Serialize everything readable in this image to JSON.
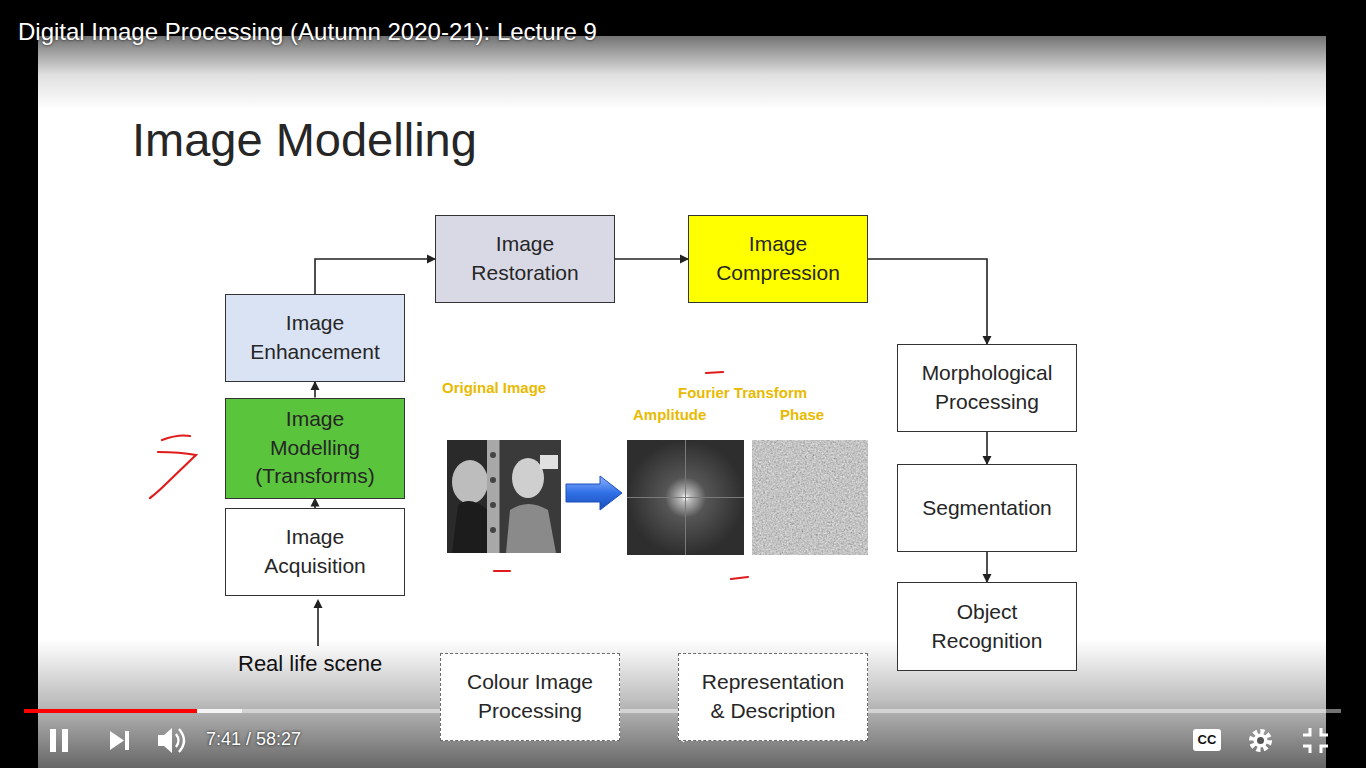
{
  "diagram": {
    "title": "Image Modelling",
    "nodes": [
      {
        "text": [
          "Image Restoration"
        ]
      },
      {
        "text": [
          "Image Compression"
        ]
      },
      {
        "text": [
          "Image Enhancement"
        ]
      },
      {
        "text": [
          "Morphological Processing"
        ]
      },
      {
        "text": [
          "Image Modelling (Transforms)"
        ]
      },
      {
        "text": [
          "Segmentation"
        ]
      },
      {
        "text": [
          "Image Acquisition"
        ]
      },
      {
        "text": [
          "Object Recognition"
        ]
      },
      {
        "text": [
          "Colour Image Processing"
        ]
      },
      {
        "text": [
          "Representation & Description"
        ]
      }
    ],
    "edges": [
      {
        "from": 6,
        "to": 4,
        "arrow": "to"
      },
      {
        "from": 4,
        "to": 2,
        "arrow": "to"
      },
      {
        "from": 2,
        "to": 0,
        "arrow": "to"
      },
      {
        "from": 0,
        "to": 1,
        "arrow": "to"
      },
      {
        "from": 1,
        "to": 3,
        "arrow": "to"
      },
      {
        "from": 3,
        "to": 5,
        "arrow": "to"
      },
      {
        "from": 5,
        "to": 7,
        "arrow": "to"
      }
    ],
    "labels": [
      "Digital Image Processing (Autumn 2020-21): Lecture 9",
      "Original Image",
      "Fourier Transform",
      "Amplitude",
      "Phase",
      "Real life scene",
      "7:41 / 58:27",
      "CC"
    ]
  }
}
